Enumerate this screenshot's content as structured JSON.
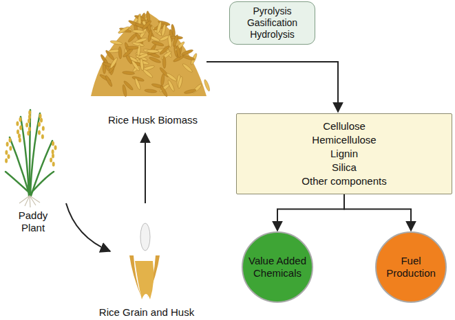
{
  "diagram": {
    "nodes": [
      {
        "text": [
          "Pyrolysis",
          "Gasification",
          "Hydrolysis"
        ]
      },
      {
        "text": [
          "Cellulose",
          "Hemicellulose",
          "Lignin",
          "Silica",
          "Other components"
        ]
      },
      {
        "text": [
          "Value Added Chemicals"
        ]
      },
      {
        "text": [
          "Fuel Production"
        ]
      }
    ],
    "edges": [
      {
        "from": 1,
        "to": 2,
        "arrow": "to"
      },
      {
        "from": 1,
        "to": 3,
        "arrow": "to"
      }
    ],
    "labels": [
      "Rice Husk Biomass",
      "Paddy Plant",
      "Rice Grain and Husk"
    ]
  }
}
